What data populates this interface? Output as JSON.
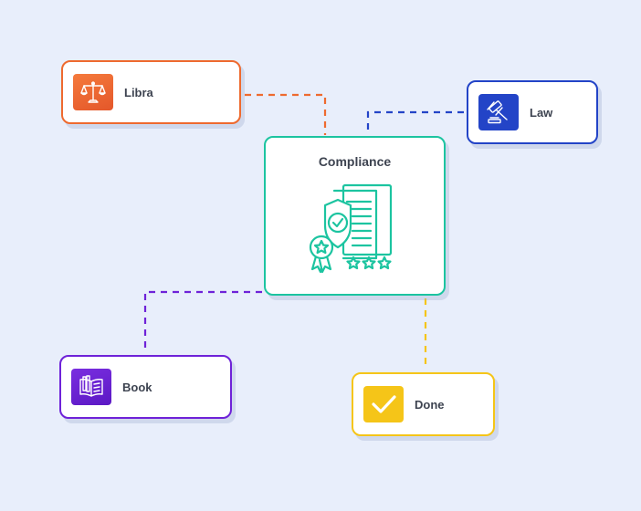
{
  "center": {
    "title": "Compliance",
    "icon": "compliance-document-icon",
    "color": "#1cc4a0"
  },
  "nodes": [
    {
      "label": "Libra",
      "icon": "scales-icon",
      "color": "#ee6a2f"
    },
    {
      "label": "Law",
      "icon": "gavel-icon",
      "color": "#2344c7"
    },
    {
      "label": "Book",
      "icon": "book-icon",
      "color": "#6e22d8"
    },
    {
      "label": "Done",
      "icon": "checkmark-icon",
      "color": "#f5c518"
    }
  ],
  "background": "#e8eefb"
}
